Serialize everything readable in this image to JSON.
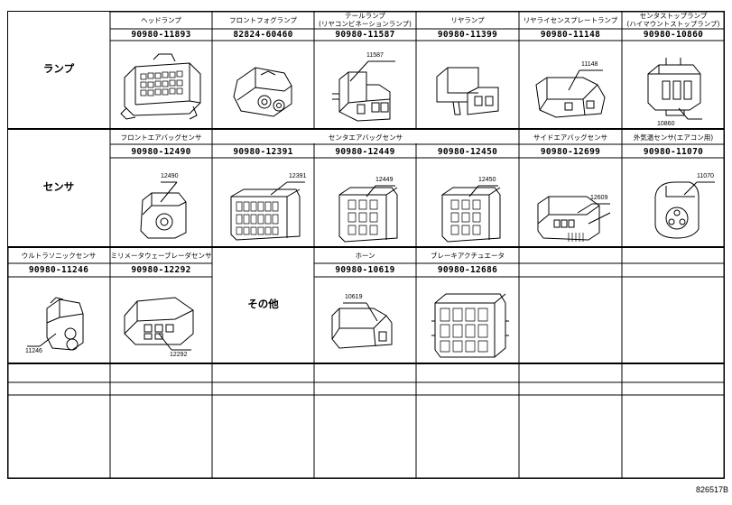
{
  "categories": {
    "lamp": "ランプ",
    "sensor": "センサ",
    "other": "その他"
  },
  "lamp": {
    "headlamp": {
      "label": "ヘッドランプ",
      "part": "90980-11893"
    },
    "front_fog": {
      "label": "フロントフォグランプ",
      "part": "82824-60460"
    },
    "tail": {
      "label1": "テールランプ",
      "label2": "(リヤコンビネーションランプ)",
      "part": "90980-11587",
      "callout": "11587"
    },
    "rear": {
      "label": "リヤランプ",
      "part": "90980-11399"
    },
    "license": {
      "label": "リヤライセンスプレートランプ",
      "part": "90980-11148",
      "callout": "11148"
    },
    "center_stop": {
      "label1": "センタストップランプ",
      "label2": "(ハイマウントストップランプ)",
      "part": "90980-10860",
      "callout": "10860"
    }
  },
  "sensor": {
    "front_airbag": {
      "label": "フロントエアバッグセンサ",
      "part": "90980-12490",
      "callout": "12490"
    },
    "center_airbag": {
      "label": "センタエアバッグセンサ",
      "parts": [
        "90980-12391",
        "90980-12449",
        "90980-12450"
      ],
      "callouts": [
        "12391",
        "12449",
        "12450"
      ]
    },
    "side_airbag": {
      "label": "サイドエアバッグセンサ",
      "part": "90980-12699",
      "callout": "12609"
    },
    "outside_temp": {
      "label": "外気温センサ(エアコン用)",
      "part": "90980-11070",
      "callout": "11070"
    }
  },
  "row3": {
    "ultrasonic": {
      "label": "ウルトラソニックセンサ",
      "part": "90980-11246",
      "callout": "11246"
    },
    "millimeter": {
      "label": "ミリメータウェーブレーダセンサ",
      "part": "90980-12292",
      "callout": "12292"
    },
    "horn": {
      "label": "ホーン",
      "part": "90980-10619",
      "callout": "10619"
    },
    "brake_act": {
      "label": "ブレーキアクチュエータ",
      "part": "90980-12686"
    }
  },
  "figure_code": "826517B"
}
